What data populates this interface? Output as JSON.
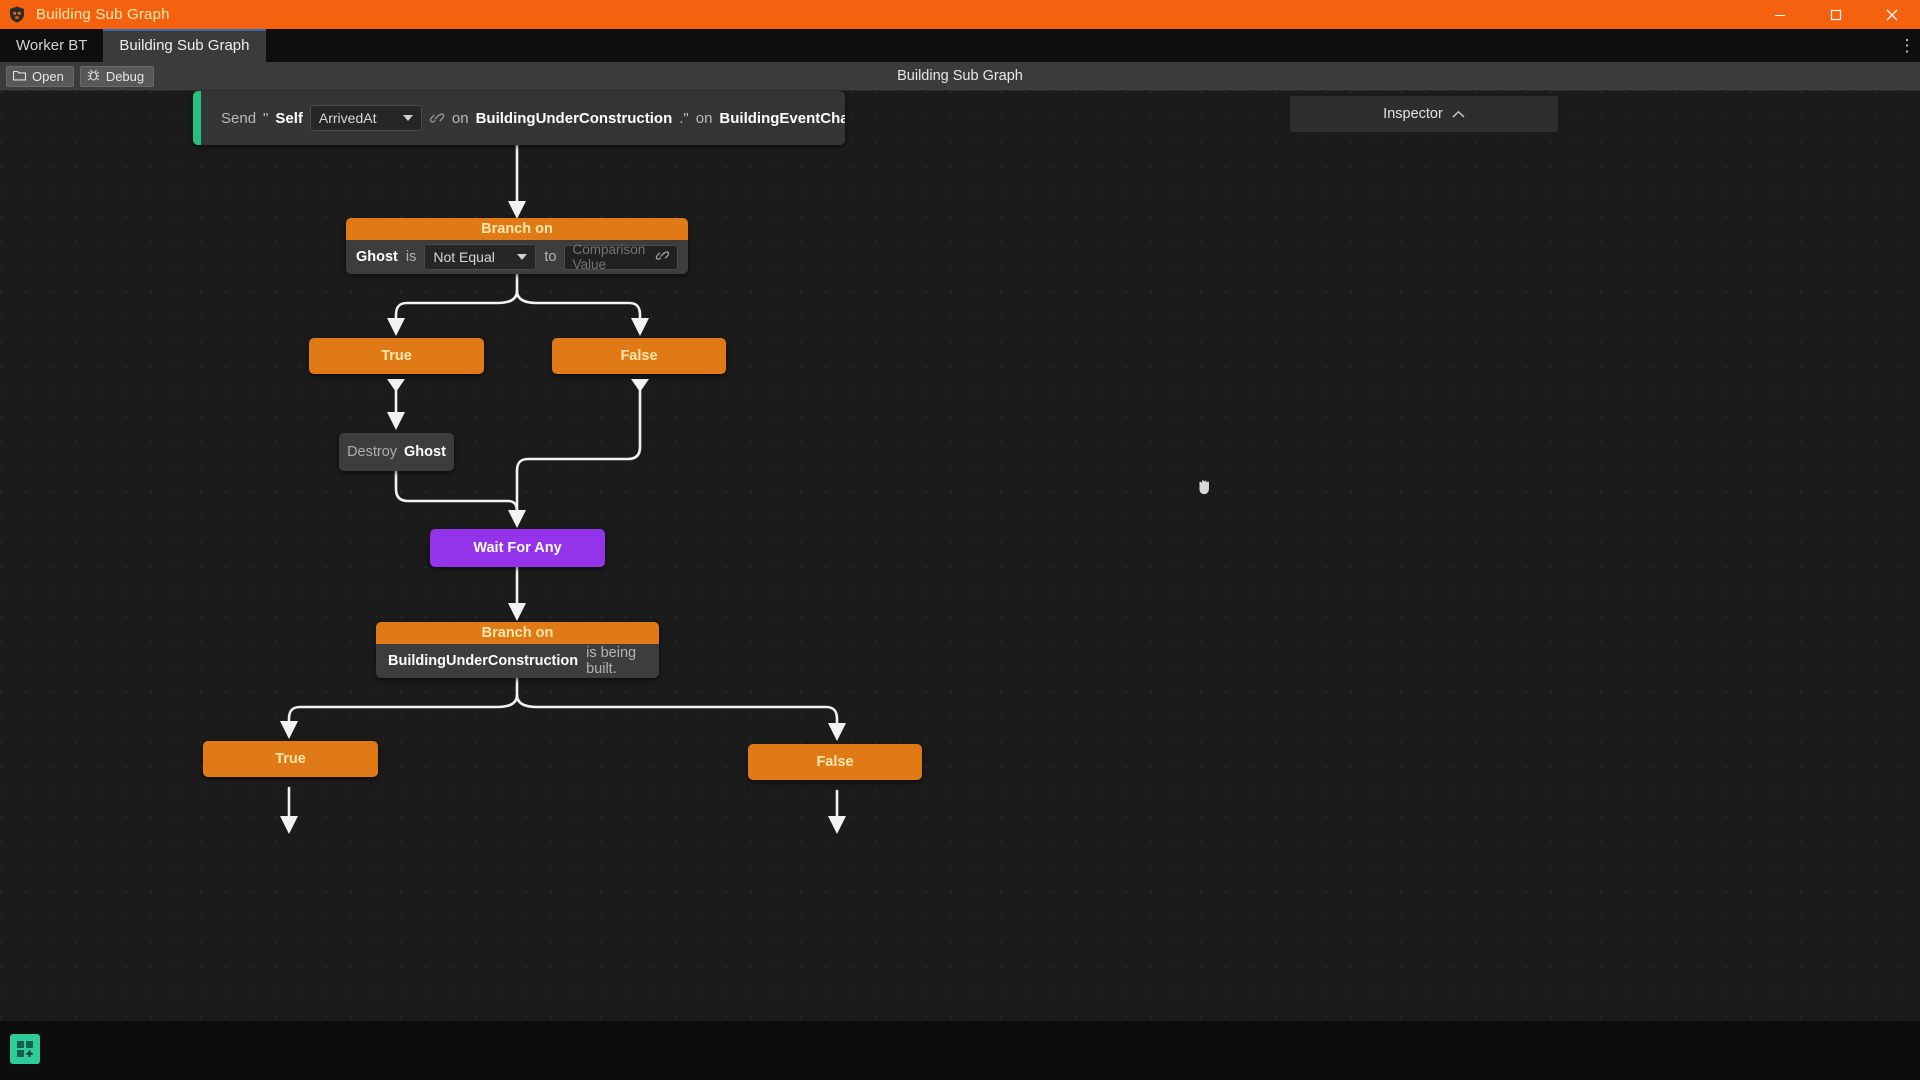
{
  "window": {
    "title": "Building Sub Graph",
    "icon": "skull-shield-icon",
    "minimize_label": "—",
    "maximize_label": "❐",
    "close_label": "✕",
    "titlebar_color": "#f4620f",
    "title_text_color": "#ffe9b0"
  },
  "tabs": {
    "items": [
      {
        "label": "Worker BT",
        "active": false
      },
      {
        "label": "Building Sub Graph",
        "active": true
      }
    ],
    "overflow_label": "⋮",
    "active_accent": "#2f6fb5"
  },
  "toolbar": {
    "open_label": "Open",
    "open_icon": "folder-icon",
    "debug_label": "Debug",
    "debug_icon": "bug-icon",
    "title": "Building Sub Graph"
  },
  "inspector": {
    "label": "Inspector",
    "collapse_icon": "chevron-up-icon"
  },
  "graph": {
    "accent_orange": "#e07a16",
    "accent_purple": "#9333ea",
    "accent_green": "#27c07f",
    "node_gray": "#3d3d3d",
    "nodes": {
      "send": {
        "verb": "Send",
        "quote_open": "\"",
        "target": "Self",
        "event_value": "ArrivedAt",
        "event_caret": "chevron-down-icon",
        "link_icon": "link-icon",
        "preposition_1": "on",
        "object_1": "BuildingUnderConstruction",
        "quote_close": ".\"",
        "preposition_2": "on",
        "object_2": "BuildingEventChannel"
      },
      "branch1": {
        "header": "Branch on",
        "subject": "Ghost",
        "verb": "is",
        "operator": "Not Equal",
        "operator_caret": "chevron-down-icon",
        "connector": "to",
        "comparison_placeholder": "Comparison Value",
        "comparison_link_icon": "link-icon"
      },
      "true1": {
        "label": "True"
      },
      "false1": {
        "label": "False"
      },
      "destroy": {
        "verb": "Destroy",
        "target": "Ghost"
      },
      "wait": {
        "label": "Wait For Any"
      },
      "branch2": {
        "header": "Branch on",
        "subject": "BuildingUnderConstruction",
        "predicate": "is being built."
      },
      "true2": {
        "label": "True"
      },
      "false2": {
        "label": "False"
      }
    }
  },
  "taskbar": {
    "icon_label": "+",
    "icon_name": "add-tile-icon",
    "color": "#2ecc9b"
  }
}
